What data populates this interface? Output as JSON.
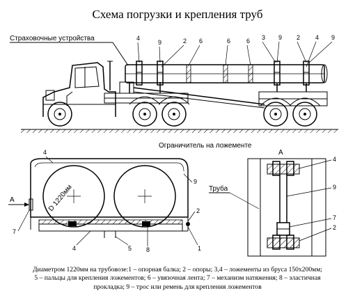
{
  "title": "Схема погрузки и крепления труб",
  "labels": {
    "safety_devices": "Страховочные устройства",
    "limiter": "Ограничитель на ложементе",
    "view_a": "А",
    "view_a_arrow": "А",
    "pipe": "Труба",
    "diameter": "D 1220мм"
  },
  "truck_numbers": [
    "4",
    "9",
    "2",
    "6",
    "6",
    "6",
    "3",
    "9",
    "2",
    "4",
    "9"
  ],
  "section_numbers": [
    "4",
    "9",
    "7",
    "2",
    "4",
    "5",
    "8",
    "1"
  ],
  "detail_numbers": [
    "4",
    "9",
    "7",
    "2"
  ],
  "caption": {
    "line1": "Диаметром 1220мм на трубовозе:1 – опорная балка; 2 – опоры; 3,4 – ложементы из бруса 150х200мм;",
    "line2": "5 – пальцы для крепления ложементов; 6 – увязочная лента; 7 – механизм натяжения; 8 – эластичная",
    "line3": "прокладка; 9 – трос или ремень для крепления ложементов"
  }
}
